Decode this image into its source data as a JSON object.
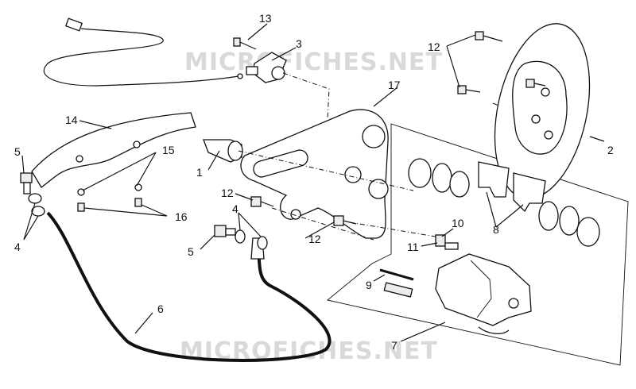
{
  "watermark": "MICROFICHES.NET",
  "callouts": {
    "c1": "1",
    "c2": "2",
    "c3": "3",
    "c4a": "4",
    "c4b": "4",
    "c5a": "5",
    "c5b": "5",
    "c6": "6",
    "c7": "7",
    "c8": "8",
    "c9": "9",
    "c10": "10",
    "c11": "11",
    "c12a": "12",
    "c12b": "12",
    "c12c": "12",
    "c13": "13",
    "c14": "14",
    "c15": "15",
    "c16": "16",
    "c17": "17"
  }
}
